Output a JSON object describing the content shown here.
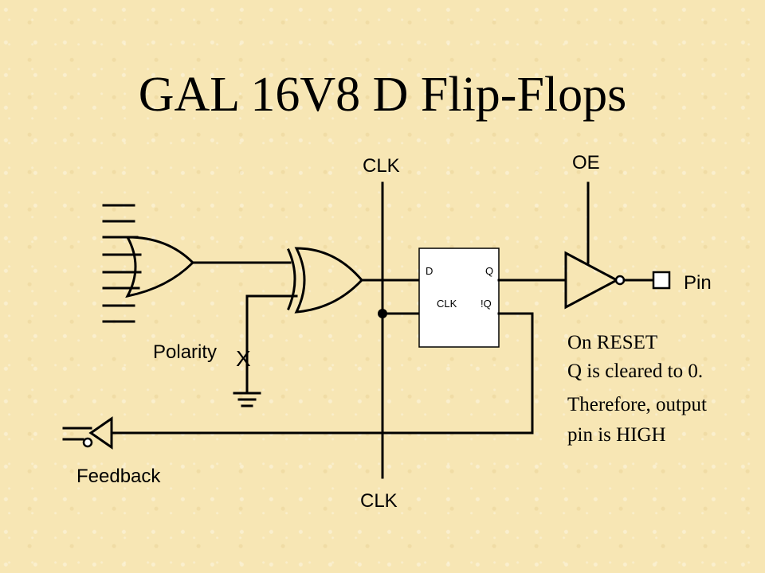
{
  "title": "GAL 16V8 D Flip-Flops",
  "labels": {
    "clk_top": "CLK",
    "clk_bottom": "CLK",
    "oe": "OE",
    "pin": "Pin",
    "polarity": "Polarity",
    "polarity_x": "X",
    "feedback": "Feedback"
  },
  "flipflop": {
    "d": "D",
    "q": "Q",
    "clk": "CLK",
    "nq": "!Q"
  },
  "note": [
    "On RESET",
    "Q is cleared to 0.",
    "Therefore, output",
    "pin is HIGH"
  ]
}
